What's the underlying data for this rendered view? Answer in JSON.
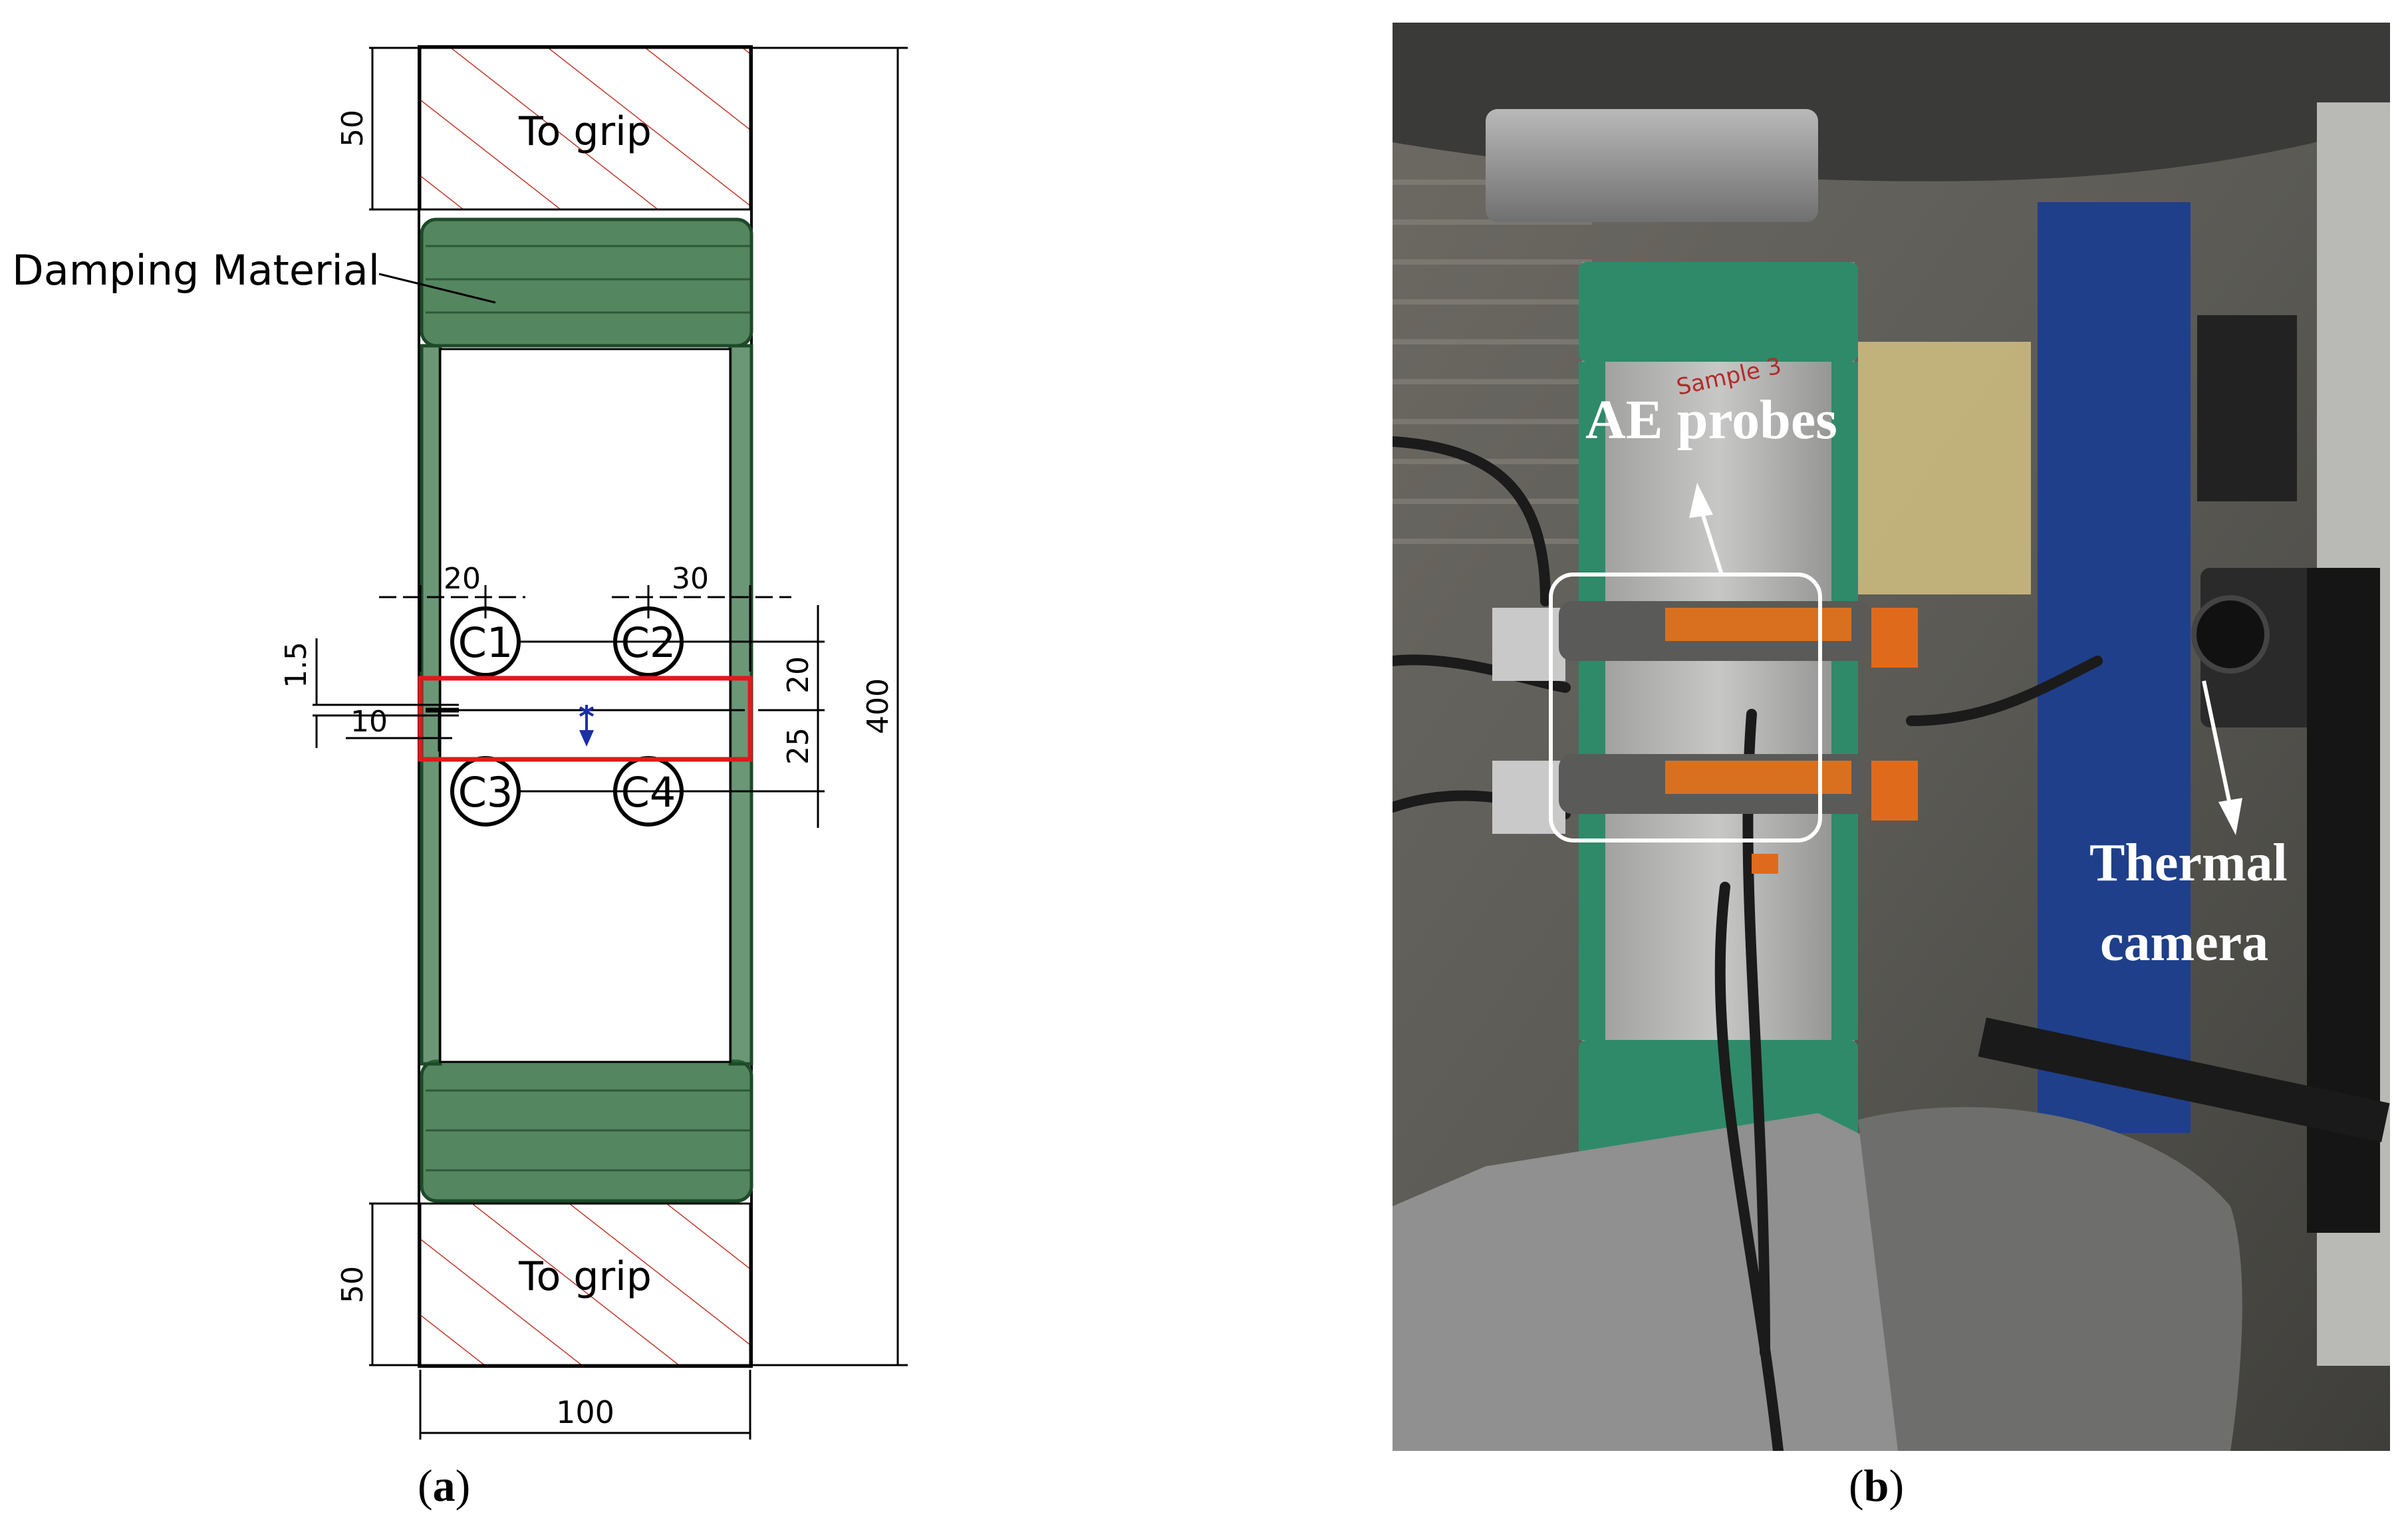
{
  "panel_a": {
    "caption": "a",
    "grip_top_label": "To grip",
    "grip_bottom_label": "To grip",
    "damping_label": "Damping Material",
    "sensors": [
      "C1",
      "C2",
      "C3",
      "C4"
    ],
    "dimensions": {
      "grip_top": "50",
      "grip_bottom": "50",
      "total_height": "400",
      "width": "100",
      "c1_offset": "20",
      "c2_offset": "30",
      "notch_gap": "1.5",
      "notch_length": "10",
      "upper_sensor_spacing": "20",
      "lower_sensor_spacing": "25"
    },
    "colors": {
      "damping": "#2e6b3c",
      "region_box": "#e0191c",
      "hatch": "#c0392b"
    }
  },
  "panel_b": {
    "caption": "b",
    "annotations": {
      "probes": "AE probes",
      "camera_line1": "Thermal",
      "camera_line2": "camera"
    },
    "specimen_writing": "Sample 3"
  }
}
